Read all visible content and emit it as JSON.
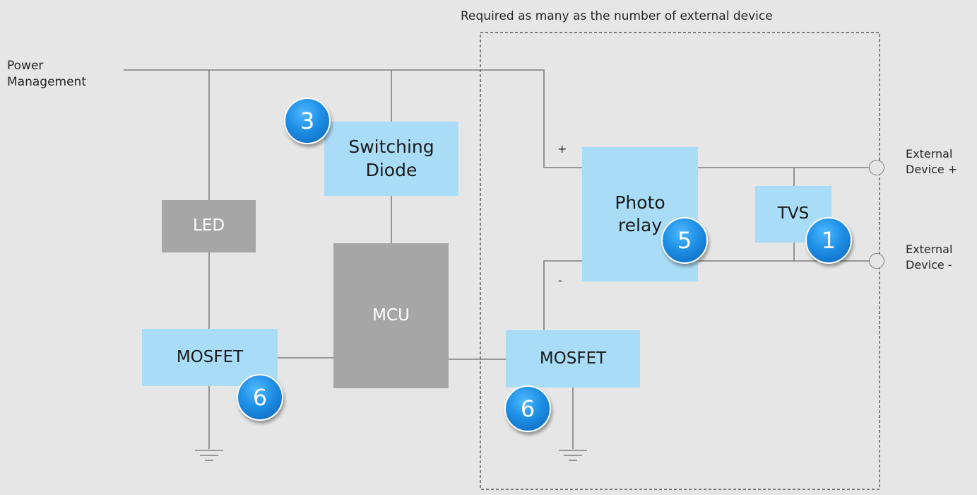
{
  "note": "Required as many as the number of external device",
  "labels": {
    "power": "Power\nManagement",
    "ext_plus": "External\nDevice +",
    "ext_minus": "External\nDevice -",
    "plus_sign": "+",
    "minus_sign": "-"
  },
  "blocks": {
    "switching_diode": "Switching\nDiode",
    "led": "LED",
    "mcu": "MCU",
    "photo_relay": "Photo\nrelay",
    "tvs": "TVS",
    "mosfet_left": "MOSFET",
    "mosfet_right": "MOSFET"
  },
  "badges": {
    "diode": "3",
    "photo_relay": "5",
    "tvs": "1",
    "mosfet_left": "6",
    "mosfet_right": "6"
  },
  "colors": {
    "blue_block": "#a9dcf7",
    "gray_block": "#a6a6a6",
    "badge": "#1e8fe6",
    "wire": "#7f7f7f",
    "background": "#e6e6e6"
  }
}
